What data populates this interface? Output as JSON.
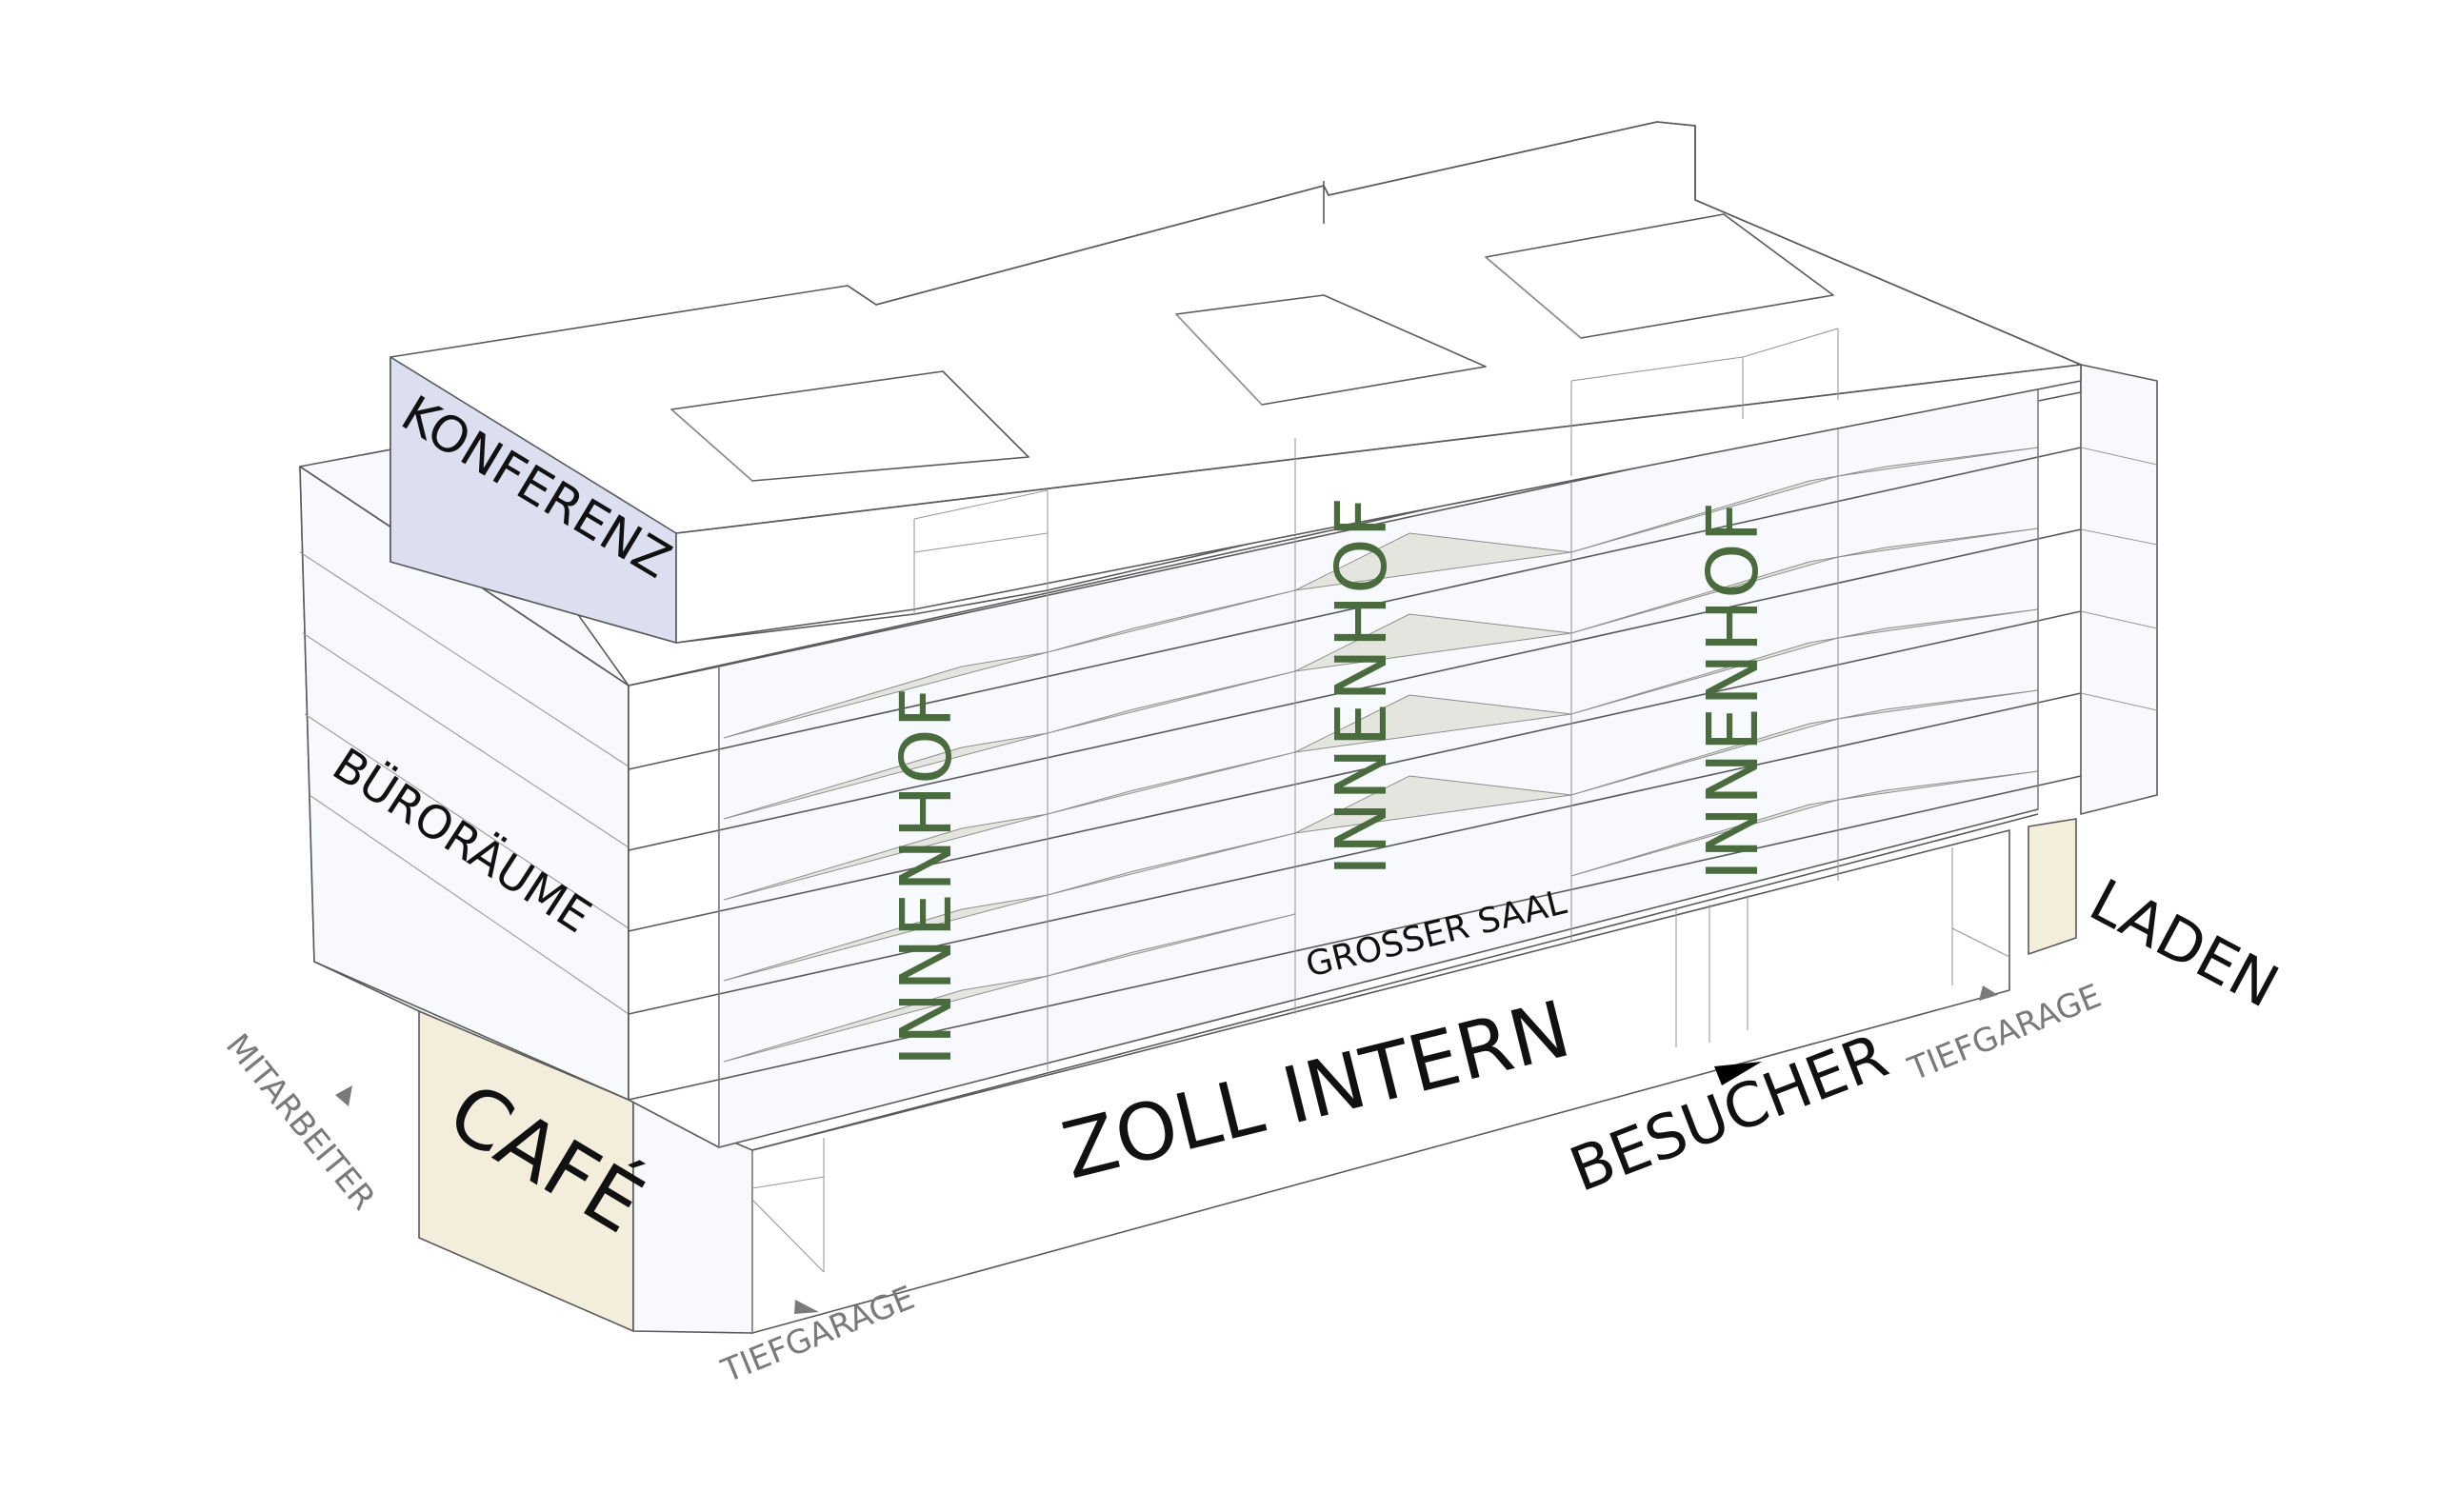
{
  "labels": {
    "konferenz": "KONFERENZ",
    "bueroraeume": "BÜRORÄUME",
    "cafe": "CAFÉ",
    "zoll_intern": "ZOLL INTERN",
    "grosser_saal": "GROSSER SAAL",
    "besucher": "BESUCHER",
    "laden": "LADEN",
    "innenhof_1": "INNENHOF",
    "innenhof_2": "INNENHOF",
    "innenhof_3": "INNENHOF",
    "mitarbeiter": "MITARBEITER",
    "tiefgarage_front": "TIEFGARAGE",
    "tiefgarage_right": "TIEFGARAGE"
  },
  "colors": {
    "konferenz_fill": "#dcdff0",
    "cafe_fill": "#f3eddc",
    "laden_fill": "#f3eddc",
    "innenhof_text": "#4a6b3e",
    "wedge_fill": "#e4e5df",
    "arrow_grey": "#7a7a7a",
    "arrow_black": "#000000"
  }
}
